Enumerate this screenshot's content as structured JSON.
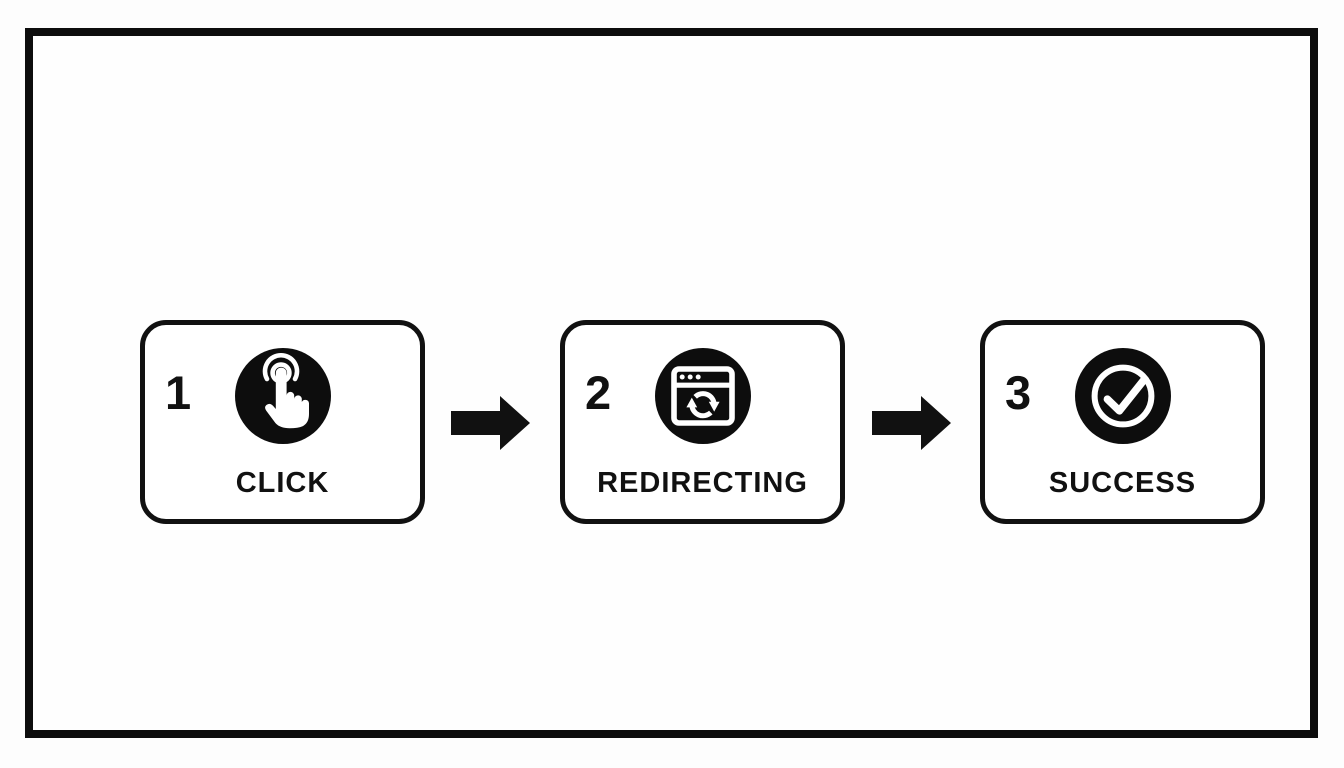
{
  "flow": {
    "steps": [
      {
        "number": "1",
        "label": "CLICK",
        "icon": "tap-icon"
      },
      {
        "number": "2",
        "label": "REDIRECTING",
        "icon": "browser-refresh-icon"
      },
      {
        "number": "3",
        "label": "SUCCESS",
        "icon": "check-circle-icon"
      }
    ],
    "colors": {
      "ink": "#111111",
      "icon_background": "#0d0d0d",
      "icon_foreground": "#ffffff",
      "card_background": "#ffffff",
      "page_background": "#fdfdfd"
    }
  }
}
